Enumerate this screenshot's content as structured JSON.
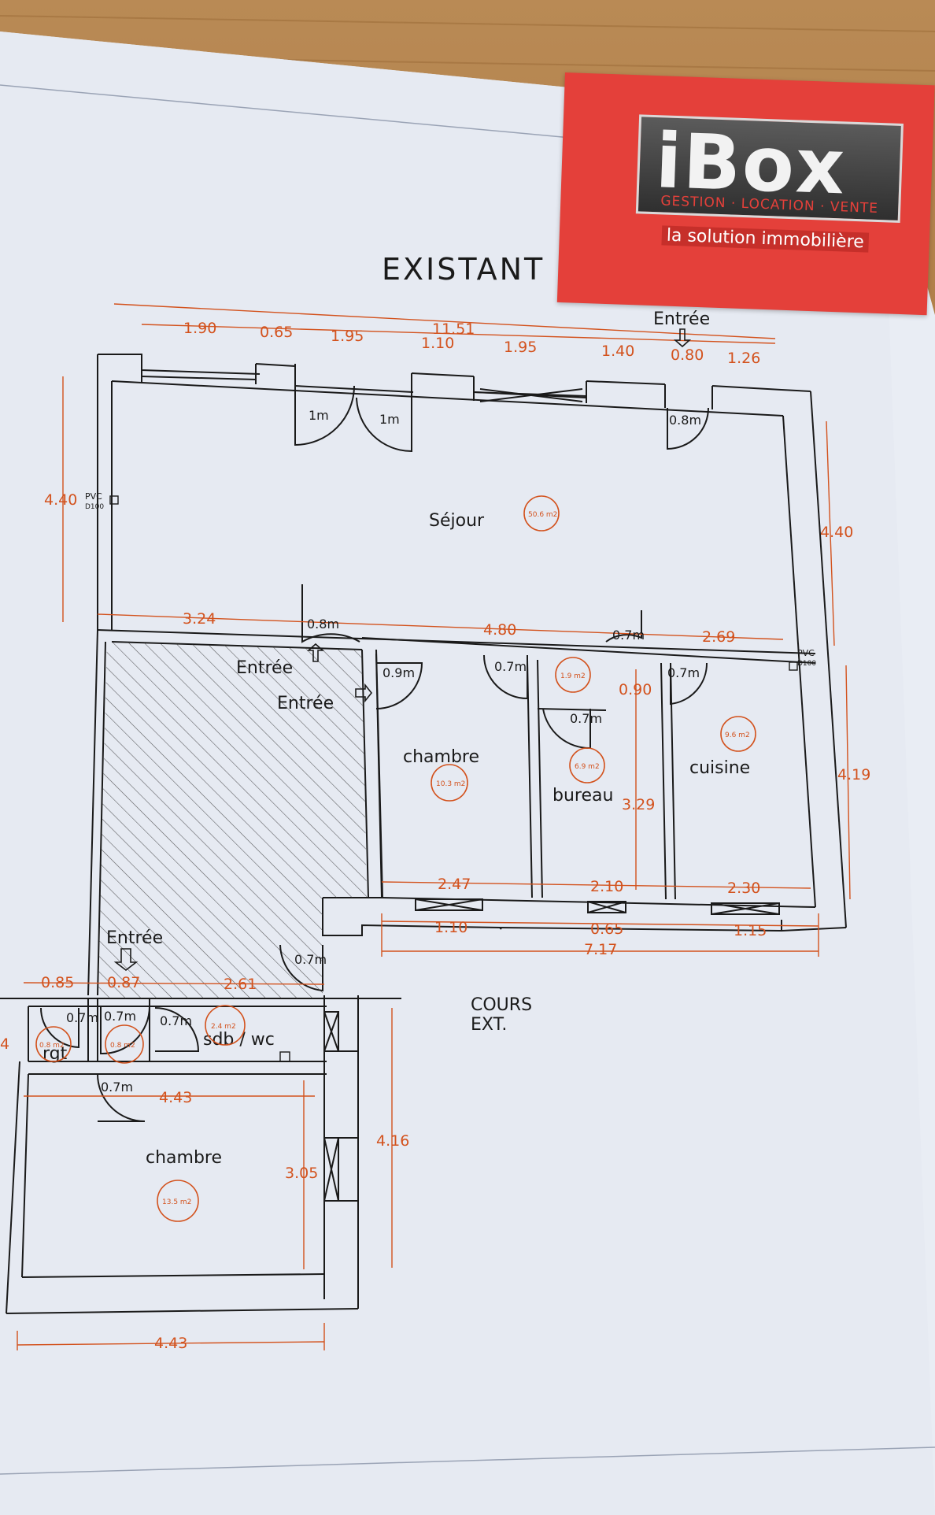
{
  "plan": {
    "title": "EXISTANT",
    "rooms": {
      "sejour": "Séjour",
      "chambre_1": "chambre",
      "bureau": "bureau",
      "cuisine": "cuisine",
      "sdb": "sdb / wc",
      "rgt": "rgt",
      "chambre_2": "chambre",
      "exterior": [
        "COURS",
        "EXT."
      ]
    },
    "areas": {
      "sejour": "50.6 m2",
      "chambre_1": "10.3 m2",
      "degagement": "1.9 m2",
      "bureau": "6.9 m2",
      "cuisine": "9.6 m2",
      "sdb": "2.4 m2",
      "rgt": "0.8 m2",
      "hall": "0.8 m2",
      "chambre_2": "13.5 m2"
    },
    "entries": [
      "Entrée",
      "Entrée",
      "Entrée",
      "Entrée"
    ],
    "pvc": [
      "PVC",
      "D100",
      "PVC",
      "D100"
    ],
    "doors": [
      "1m",
      "1m",
      "0.8m",
      "0.8m",
      "0.7m",
      "0.9m",
      "0.7m",
      "0.7m",
      "0.7m",
      "0.7m",
      "0.7m",
      "0.7m",
      "0.7m",
      "0.7m"
    ],
    "dimensions": {
      "top": [
        "1.90",
        "0.65",
        "1.95",
        "11.51",
        "1.10",
        "1.95",
        "1.40",
        "0.80",
        "1.26"
      ],
      "sejour_height_left": "4.40",
      "sejour_height_right": "4.40",
      "mid_row": [
        "3.24",
        "4.80",
        "2.69"
      ],
      "corridor": "0.90",
      "bureau_height": "3.29",
      "right_height": "4.19",
      "room_widths": [
        "2.47",
        "2.10",
        "2.30"
      ],
      "bottom_row": [
        "1.10",
        "0.65",
        "1.15"
      ],
      "bottom_total": "7.17",
      "lower_wing": [
        "0.85",
        "0.87",
        "2.61"
      ],
      "left_cut": "4",
      "chambre_2_width_top": "4.43",
      "chambre_2_width_bottom": "4.43",
      "chambre_2_height": "3.05",
      "wing_height": "4.16"
    }
  },
  "card": {
    "logo": "iBox",
    "services": "GESTION · LOCATION · VENTE",
    "tagline": "la solution immobilière"
  }
}
